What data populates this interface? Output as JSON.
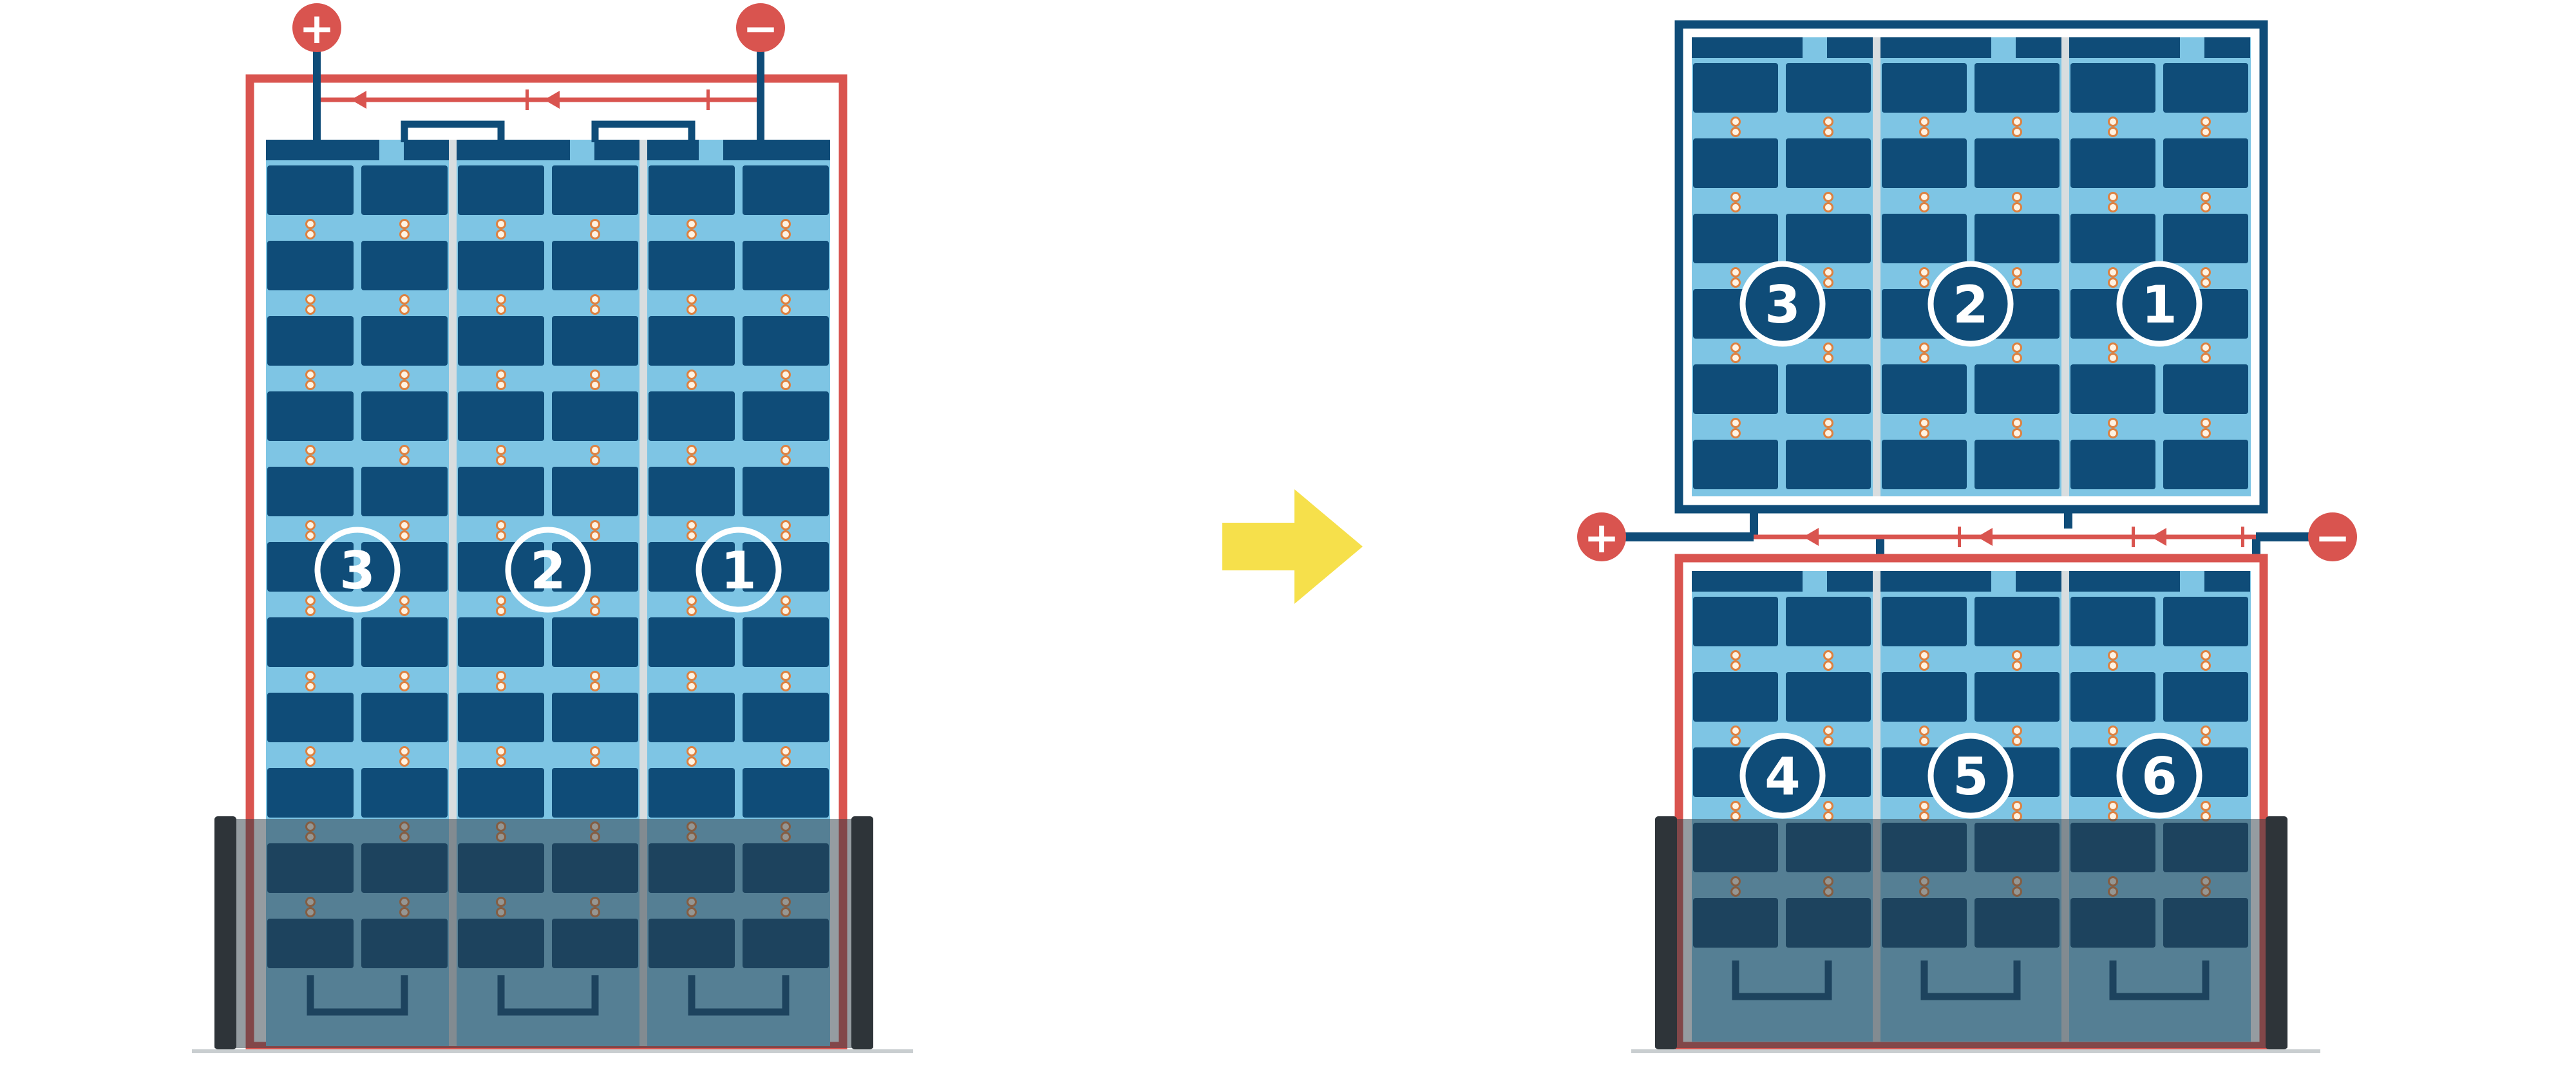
{
  "diagram": {
    "left_module": {
      "positive_terminal": "+",
      "negative_terminal": "−",
      "cell_strings": [
        "3",
        "2",
        "1"
      ]
    },
    "right_module": {
      "positive_terminal": "+",
      "negative_terminal": "−",
      "top_half_strings": [
        "3",
        "2",
        "1"
      ],
      "bottom_half_strings": [
        "4",
        "5",
        "6"
      ]
    },
    "transition_arrow": "right"
  },
  "colors": {
    "frame_red": "#D9544F",
    "cell_navy": "#0F4C78",
    "panel_light_blue": "#7EC5E4",
    "arrow_yellow": "#F6E04B",
    "shade_overlay": "rgba(44,58,68,0.5)",
    "shade_bar": "#2E3439",
    "dot_ring_orange": "#DD8140",
    "dot_fill": "#FFF3E3",
    "background": "#FFFFFF"
  }
}
